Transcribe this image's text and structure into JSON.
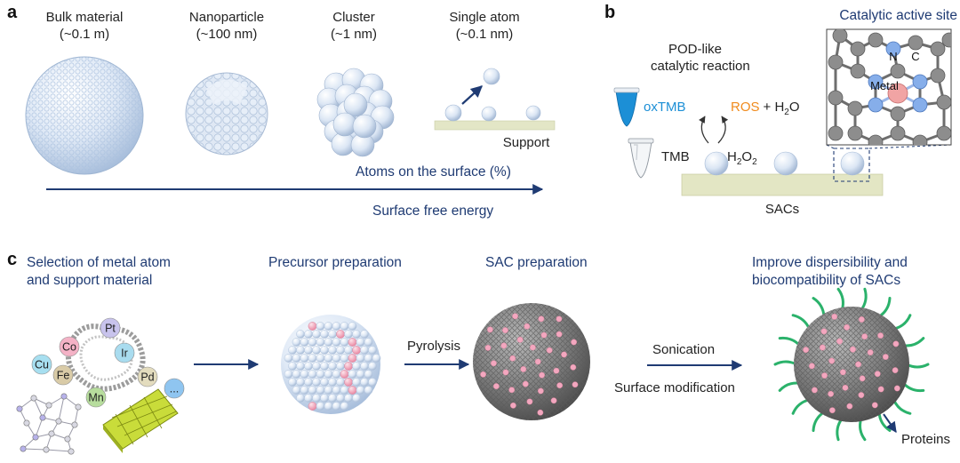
{
  "colors": {
    "navy": "#1f3b73",
    "sphere_light": "#dde8f5",
    "sphere_edge": "#9fb6d3",
    "pink_atom": "#f0a3b8",
    "support": "#e2e5c4",
    "orange": "#f08a1c",
    "oxtmb_blue": "#1c8fd6",
    "carbon_gray": "#8a8a8a",
    "nitrogen_blue": "#7fa7e6",
    "metal_pink": "#f0a8a8",
    "ligand_green": "#2bb26b",
    "mof_yellow": "#c9dc3a"
  },
  "panel_a": {
    "letter": "a",
    "items": [
      {
        "name": "Bulk material",
        "size": "(~0.1 m)"
      },
      {
        "name": "Nanoparticle",
        "size": "(~100 nm)"
      },
      {
        "name": "Cluster",
        "size": "(~1 nm)"
      },
      {
        "name": "Single atom",
        "size": "(~0.1 nm)"
      }
    ],
    "support_label": "Support",
    "arrow_label_top": "Atoms on the surface (%)",
    "arrow_label_bottom": "Surface free energy"
  },
  "panel_b": {
    "letter": "b",
    "reaction_line1": "POD-like",
    "reaction_line2": "catalytic reaction",
    "oxtmb": "oxTMB",
    "tmb": "TMB",
    "ros": "ROS",
    "plus_h2o": "+ H",
    "h2o_sub": "2",
    "h2o_end": "O",
    "h2o2_main": "H",
    "h2o2_sub1": "2",
    "h2o2_o": "O",
    "h2o2_sub2": "2",
    "sacs_label": "SACs",
    "active_site_title": "Catalytic active site",
    "atom_n": "N",
    "atom_c": "C",
    "atom_metal": "Metal"
  },
  "panel_c": {
    "letter": "c",
    "step1_line1": "Selection of metal atom",
    "step1_line2": "and support material",
    "step2": "Precursor preparation",
    "step3": "SAC preparation",
    "step4_line1": "Improve dispersibility and",
    "step4_line2": "biocompatibility of SACs",
    "pyrolysis": "Pyrolysis",
    "sonication": "Sonication",
    "surface_modification": "Surface modification",
    "proteins": "Proteins",
    "metals": [
      {
        "symbol": "Pt",
        "color": "#c8c3ec"
      },
      {
        "symbol": "Co",
        "color": "#f4b2c6"
      },
      {
        "symbol": "Ir",
        "color": "#a9dcef"
      },
      {
        "symbol": "Cu",
        "color": "#a7dff0"
      },
      {
        "symbol": "Fe",
        "color": "#d9cba7"
      },
      {
        "symbol": "Pd",
        "color": "#e3dcbe"
      },
      {
        "symbol": "Mn",
        "color": "#b7dd9d"
      },
      {
        "symbol": "...",
        "color": "#8fc5f0"
      }
    ]
  }
}
